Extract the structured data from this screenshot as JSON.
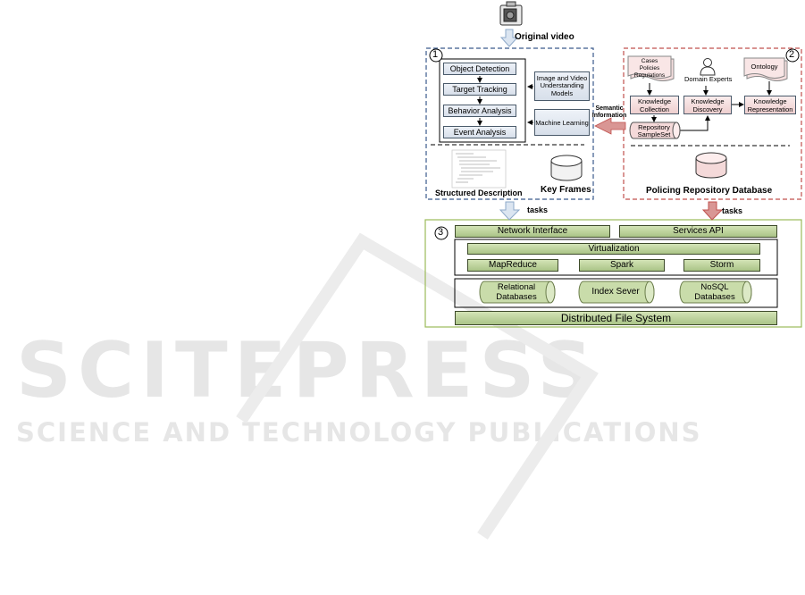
{
  "watermark": {
    "title": "SCITEPRESS",
    "subtitle": "SCIENCE AND TECHNOLOGY PUBLICATIONS"
  },
  "top": {
    "camera_icon": "video-camera-icon",
    "original_video_label": "Original video"
  },
  "module1": {
    "number": "1",
    "pipeline": [
      "Object Detection",
      "Target Tracking",
      "Behavior Analysis",
      "Event Analysis"
    ],
    "image_video_models": "Image and Video Understanding Models",
    "machine_learning": "Machine Learning",
    "semantic_information": "Semantic Information",
    "structured_description": "Structured Description",
    "key_frames": "Key Frames"
  },
  "module2": {
    "number": "2",
    "documents": [
      "Cases",
      "Policies",
      "Regulations"
    ],
    "domain_experts": "Domain Experts",
    "ontology": "Ontology",
    "knowledge_collection": "Knowledge Collection",
    "knowledge_discovery": "Knowledge Discovery",
    "knowledge_representation": "Knowledge Representation",
    "repository_sampleset": "Repository SampleSet",
    "policing_repository_database": "Policing Repository Database"
  },
  "tasks_left": "tasks",
  "tasks_right": "tasks",
  "module3": {
    "number": "3",
    "network_interface": "Network Interface",
    "services_api": "Services API",
    "virtualization": "Virtualization",
    "mapreduce": "MapReduce",
    "spark": "Spark",
    "storm": "Storm",
    "relational_databases": "Relational Databases",
    "index_sever": "Index Sever",
    "nosql_databases": "NoSQL Databases",
    "distributed_file_system": "Distributed File System"
  },
  "colors": {
    "module1_border": "#3b5b8c",
    "module2_border": "#c0504d",
    "module3_border": "#9bbb59",
    "green_bar": "#aac487",
    "red_arrow": "#d99694"
  }
}
